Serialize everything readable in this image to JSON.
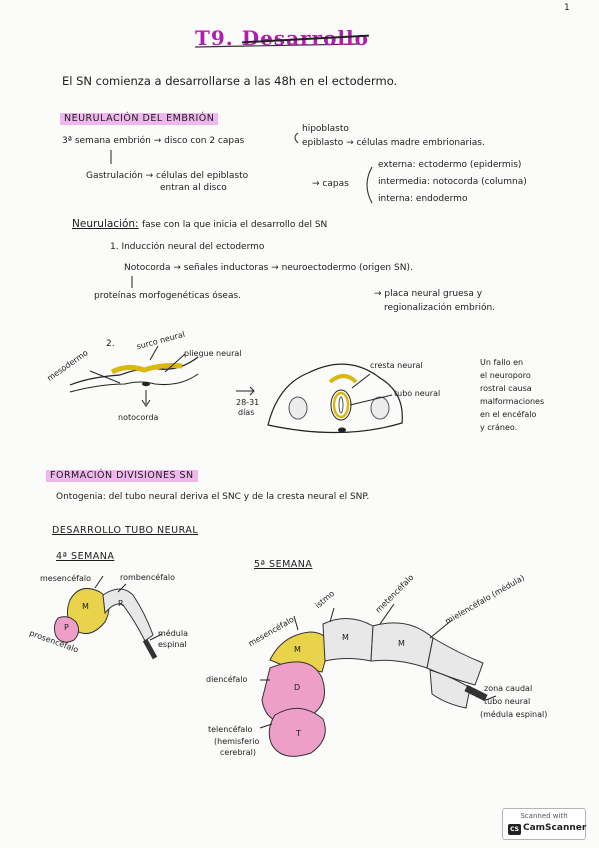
{
  "page_number": "1",
  "title": {
    "prefix": "T9.",
    "word": "Desarrollo"
  },
  "intro": "El SN comienza a desarrollarse a las 48h en el ectodermo.",
  "section1": {
    "heading": "NEURULACIÓN DEL EMBRIÓN",
    "week3_text": "3ª semana embrión → disco con 2 capas",
    "layers": [
      "hipoblasto",
      "epiblasto → células madre embrionarias."
    ],
    "gastrulacion": "Gastrulación → células del epiblasto",
    "gastrulacion_2": "entran al disco",
    "capas": "→ capas",
    "capas_list": [
      "externa: ectodermo (epidermis)",
      "intermedia: notocorda (columna)",
      "interna: endodermo"
    ],
    "neurulacion_term": "Neurulación:",
    "neurulacion_def": "fase con la que inicia el desarrollo del SN",
    "step1": "1. Inducción neural del ectodermo",
    "notocorda_line": "Notocorda → señales inductoras → neuroectodermo (origen SN).",
    "proteinas": "proteínas morfogenéticas óseas.",
    "placa": "→ placa neural gruesa y",
    "placa_2": "regionalización embrión.",
    "step2": "2.",
    "fig_labels": {
      "mesodermo": "mesodermo",
      "surco": "surco neural",
      "pliegue": "pliegue neural",
      "notocorda": "notocorda",
      "days": "28-31",
      "days_unit": "días",
      "cresta": "cresta neural",
      "tubo": "tubo neural"
    },
    "note": [
      "Un fallo en",
      "el neuroporo",
      "rostral causa",
      "malformaciones",
      "en el encéfalo",
      "y cráneo."
    ]
  },
  "section2": {
    "heading": "FORMACIÓN DIVISIONES SN",
    "ontogenia": "Ontogenia: del tubo neural deriva el SNC y de la cresta neural el SNP."
  },
  "section3": {
    "heading": "DESARROLLO TUBO NEURAL",
    "week4": "4ª SEMANA",
    "week5": "5ª SEMANA",
    "w4_labels": {
      "mesencefalo": "mesencéfalo",
      "rombencefalo": "rombencéfalo",
      "prosencefalo": "prosencéfalo",
      "medula": "médula",
      "medula_2": "espinal",
      "M": "M",
      "R": "R",
      "P": "P"
    },
    "w5_labels": {
      "mesencefalo": "mesencéfalo",
      "istmo": "istmo",
      "metencefalo": "metencéfalo",
      "mielencefalo": "mielencéfalo (médula)",
      "diencefalo": "diencéfalo",
      "telencefalo": "telencéfalo",
      "hemisferio": "(hemisferio",
      "cerebral": "cerebral)",
      "zona_caudal": "zona caudal",
      "tubo_neural": "tubo neural",
      "medula_espinal": "(médula espinal)",
      "M": "M",
      "Me": "M",
      "Mi": "M",
      "D": "D",
      "T": "T"
    }
  },
  "scanner": {
    "line1": "Scanned with",
    "badge": "CS",
    "line2": "CamScanner"
  },
  "colors": {
    "title": "#b01eb0",
    "highlight": "#f0b6ee",
    "yellow": "#e8d34a",
    "pink": "#ee9fc8",
    "gray": "#c9c9c9"
  }
}
